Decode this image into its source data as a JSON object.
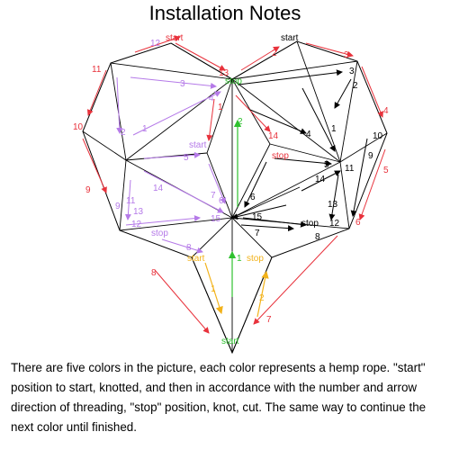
{
  "title": "Installation Notes",
  "note": "There are five colors in the picture, each color represents a hemp rope. \"start\" position to start, knotted, and then in accordance with the number and arrow direction of threading, \"stop\" position, knot, cut. The same way to continue the next color until finished.",
  "colors": {
    "red": "#e8323c",
    "purple": "#b57ae8",
    "green": "#2fc12f",
    "black": "#000000",
    "yellow": "#f2b21a",
    "outline": "#000000"
  },
  "labels": [
    {
      "id": "red-start",
      "text": "start",
      "color": "red"
    },
    {
      "id": "red-1",
      "text": "1",
      "color": "red"
    },
    {
      "id": "red-2",
      "text": "2",
      "color": "red"
    },
    {
      "id": "red-3",
      "text": "3",
      "color": "red"
    },
    {
      "id": "red-4",
      "text": "4",
      "color": "red"
    },
    {
      "id": "red-5",
      "text": "5",
      "color": "red"
    },
    {
      "id": "red-6",
      "text": "6",
      "color": "red"
    },
    {
      "id": "red-7",
      "text": "7",
      "color": "red"
    },
    {
      "id": "red-8",
      "text": "8",
      "color": "red"
    },
    {
      "id": "red-9",
      "text": "9",
      "color": "red"
    },
    {
      "id": "red-10",
      "text": "10",
      "color": "red"
    },
    {
      "id": "red-11",
      "text": "11",
      "color": "red"
    },
    {
      "id": "red-12",
      "text": "12",
      "color": "purple"
    },
    {
      "id": "red-13",
      "text": "13",
      "color": "red"
    },
    {
      "id": "red-14",
      "text": "14",
      "color": "red"
    },
    {
      "id": "red-stop",
      "text": "stop",
      "color": "red"
    },
    {
      "id": "purple-start",
      "text": "start",
      "color": "purple"
    },
    {
      "id": "purple-1",
      "text": "1",
      "color": "purple"
    },
    {
      "id": "purple-2",
      "text": "2",
      "color": "purple"
    },
    {
      "id": "purple-3",
      "text": "3",
      "color": "purple"
    },
    {
      "id": "purple-4",
      "text": "4",
      "color": "purple"
    },
    {
      "id": "purple-5",
      "text": "5",
      "color": "purple"
    },
    {
      "id": "purple-6",
      "text": "6",
      "color": "purple"
    },
    {
      "id": "purple-7",
      "text": "7",
      "color": "purple"
    },
    {
      "id": "purple-8",
      "text": "8",
      "color": "purple"
    },
    {
      "id": "purple-9",
      "text": "9",
      "color": "purple"
    },
    {
      "id": "purple-11",
      "text": "11",
      "color": "purple"
    },
    {
      "id": "purple-12",
      "text": "12",
      "color": "purple"
    },
    {
      "id": "purple-13",
      "text": "13",
      "color": "purple"
    },
    {
      "id": "purple-14",
      "text": "14",
      "color": "purple"
    },
    {
      "id": "purple-15",
      "text": "15",
      "color": "purple"
    },
    {
      "id": "purple-stop",
      "text": "stop",
      "color": "purple"
    },
    {
      "id": "black-start",
      "text": "start",
      "color": "black"
    },
    {
      "id": "black-1",
      "text": "1",
      "color": "black"
    },
    {
      "id": "black-2",
      "text": "2",
      "color": "black"
    },
    {
      "id": "black-3",
      "text": "3",
      "color": "black"
    },
    {
      "id": "black-4",
      "text": "4",
      "color": "black"
    },
    {
      "id": "black-5",
      "text": "5",
      "color": "black"
    },
    {
      "id": "black-6",
      "text": "6",
      "color": "black"
    },
    {
      "id": "black-7",
      "text": "7",
      "color": "black"
    },
    {
      "id": "black-8",
      "text": "8",
      "color": "black"
    },
    {
      "id": "black-9",
      "text": "9",
      "color": "black"
    },
    {
      "id": "black-10",
      "text": "10",
      "color": "black"
    },
    {
      "id": "black-11",
      "text": "11",
      "color": "black"
    },
    {
      "id": "black-12",
      "text": "12",
      "color": "black"
    },
    {
      "id": "black-13",
      "text": "13",
      "color": "black"
    },
    {
      "id": "black-14",
      "text": "14",
      "color": "black"
    },
    {
      "id": "black-15",
      "text": "15",
      "color": "black"
    },
    {
      "id": "black-stop",
      "text": "stop",
      "color": "black"
    },
    {
      "id": "green-stop",
      "text": "stop",
      "color": "green"
    },
    {
      "id": "green-2",
      "text": "2",
      "color": "green"
    },
    {
      "id": "green-1",
      "text": "1",
      "color": "green"
    },
    {
      "id": "green-start",
      "text": "start",
      "color": "green"
    },
    {
      "id": "yellow-start",
      "text": "start",
      "color": "yellow"
    },
    {
      "id": "yellow-1",
      "text": "1",
      "color": "yellow"
    },
    {
      "id": "yellow-2",
      "text": "2",
      "color": "yellow"
    },
    {
      "id": "yellow-stop",
      "text": "stop",
      "color": "yellow"
    }
  ]
}
